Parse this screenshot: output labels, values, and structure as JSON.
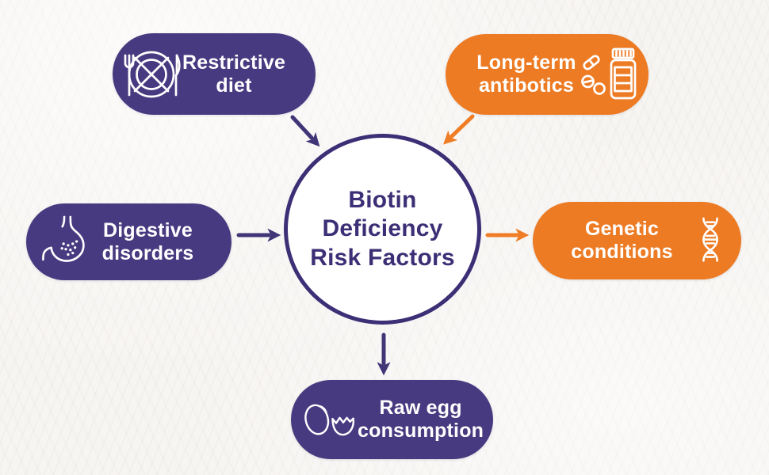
{
  "diagram": {
    "title": "Biotin Deficiency Risk Factors",
    "center": {
      "label": "Biotin\nDeficiency\nRisk Factors",
      "shape": "circle",
      "fill": "#ffffff",
      "border_color": "#3d2f76"
    },
    "nodes": {
      "restrictive_diet": {
        "label": "Restrictive\ndiet",
        "icon": "no-food-icon",
        "color": "#483a80",
        "position": "top-left",
        "arrow": "to-center"
      },
      "long_term_antibotics": {
        "label": "Long-term\nantibotics",
        "icon": "pill-bottle-icon",
        "color": "#ed7b24",
        "position": "top-right",
        "arrow": "to-center"
      },
      "digestive_disorders": {
        "label": "Digestive\ndisorders",
        "icon": "stomach-icon",
        "color": "#483a80",
        "position": "left",
        "arrow": "to-center"
      },
      "genetic_conditions": {
        "label": "Genetic\nconditions",
        "icon": "dna-icon",
        "color": "#ed7b24",
        "position": "right",
        "arrow": "from-center"
      },
      "raw_egg_consumption": {
        "label": "Raw egg\nconsumption",
        "icon": "cracked-egg-icon",
        "color": "#483a80",
        "position": "bottom",
        "arrow": "from-center"
      }
    },
    "colors": {
      "purple": "#483a80",
      "orange": "#ed7b24",
      "deep_purple": "#3d2f76",
      "arrow_purple": "#3f3577",
      "arrow_orange": "#ef7d26",
      "node_text": "#ffffff",
      "background": "#f7f5f2"
    }
  }
}
